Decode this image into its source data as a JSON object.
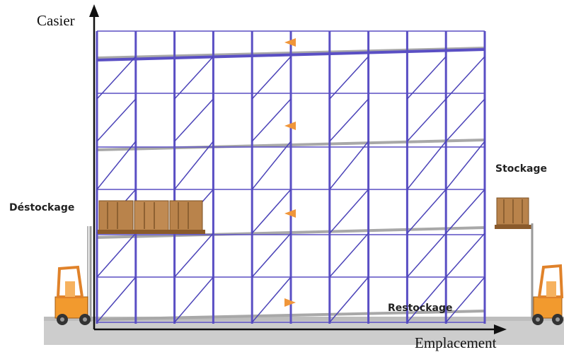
{
  "labels": {
    "y_axis": "Casier",
    "x_axis": "Emplacement",
    "destockage": "Déstockage",
    "stockage": "Stockage",
    "restockage": "Restockage"
  },
  "rack": {
    "columns": 11,
    "levels": 4,
    "arrows": [
      "left",
      "left",
      "left",
      "right"
    ]
  },
  "colors": {
    "rack_frame": "#5a4fc4",
    "rack_bracing": "#4b43b8",
    "rail": "#a8a8a8",
    "arrow": "#f0963a",
    "box": "#b9834b",
    "pallet": "#8a5a2b",
    "forklift": "#f29a2e",
    "ground": "#c8c8c8",
    "axis": "#111111"
  },
  "icons": [
    "forklift-icon",
    "pallet-box-icon",
    "direction-arrow-icon"
  ]
}
